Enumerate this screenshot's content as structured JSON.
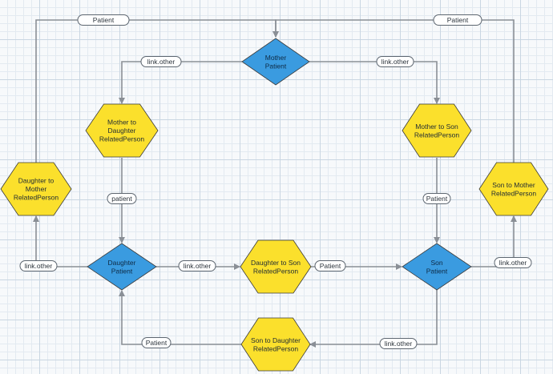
{
  "colors": {
    "hexagon_fill": "#fbe02c",
    "diamond_fill": "#3a9be0",
    "edge_color": "#8a8f96",
    "label_border": "#5d6670"
  },
  "nodes": [
    {
      "id": "mother-patient",
      "shape": "diamond",
      "lines": [
        "Mother",
        "Patient"
      ]
    },
    {
      "id": "daughter-patient",
      "shape": "diamond",
      "lines": [
        "Daughter",
        "Patient"
      ]
    },
    {
      "id": "son-patient",
      "shape": "diamond",
      "lines": [
        "Son",
        "Patient"
      ]
    },
    {
      "id": "mother-to-daughter-relatedperson",
      "shape": "hexagon",
      "lines": [
        "Mother to",
        "Daughter",
        "RelatedPerson"
      ]
    },
    {
      "id": "mother-to-son-relatedperson",
      "shape": "hexagon",
      "lines": [
        "Mother to Son",
        "RelatedPerson"
      ]
    },
    {
      "id": "daughter-to-mother-relatedperson",
      "shape": "hexagon",
      "lines": [
        "Daughter to",
        "Mother",
        "RelatedPerson"
      ]
    },
    {
      "id": "son-to-mother-relatedperson",
      "shape": "hexagon",
      "lines": [
        "Son to Mother",
        "RelatedPerson"
      ]
    },
    {
      "id": "daughter-to-son-relatedperson",
      "shape": "hexagon",
      "lines": [
        "Daughter to Son",
        "RelatedPerson"
      ]
    },
    {
      "id": "son-to-daughter-relatedperson",
      "shape": "hexagon",
      "lines": [
        "Son to Daughter",
        "RelatedPerson"
      ]
    }
  ],
  "edges": [
    {
      "id": "daughter-to-mother-patient",
      "label": "Patient"
    },
    {
      "id": "son-to-mother-patient",
      "label": "Patient"
    },
    {
      "id": "mother-link-daughter",
      "label": "link.other"
    },
    {
      "id": "mother-link-son",
      "label": "link.other"
    },
    {
      "id": "mother-to-daughter-patient",
      "label": "patient"
    },
    {
      "id": "mother-to-son-patient",
      "label": "Patient"
    },
    {
      "id": "daughter-link-left",
      "label": "link.other"
    },
    {
      "id": "daughter-link-right",
      "label": "link.other"
    },
    {
      "id": "daughter-to-son-patient",
      "label": "Patient"
    },
    {
      "id": "son-link-right",
      "label": "link.other"
    },
    {
      "id": "son-link-down",
      "label": "link.other"
    },
    {
      "id": "son-to-daughter-patient",
      "label": "Patient"
    }
  ]
}
